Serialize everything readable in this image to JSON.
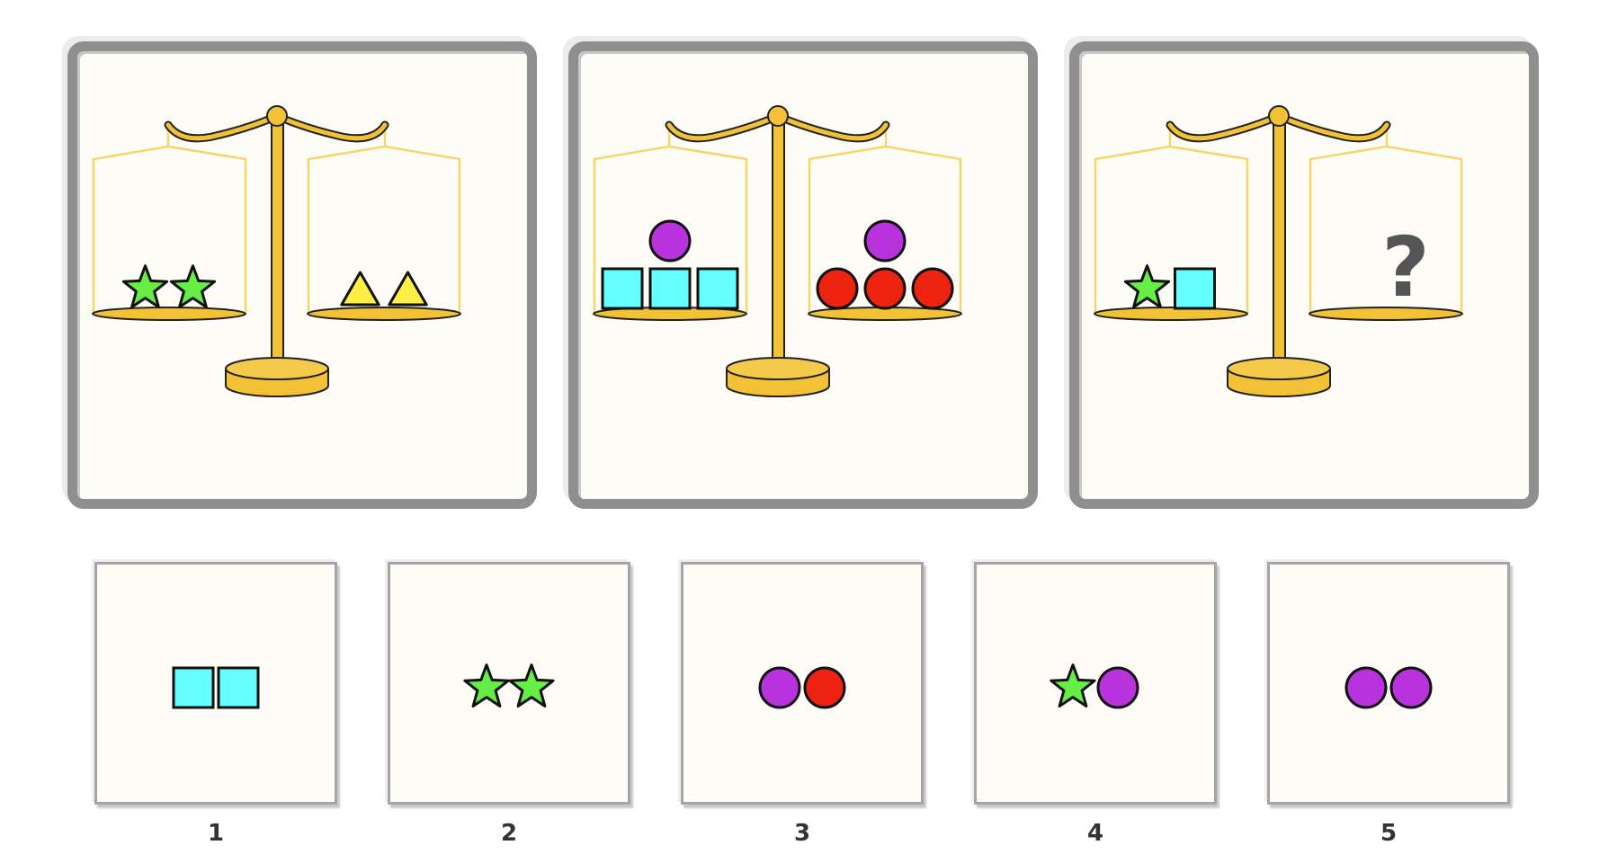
{
  "colors": {
    "star": "#66ee44",
    "triangle": "#ffee44",
    "square": "#66ffff",
    "purple_circle": "#b833dd",
    "red_circle": "#ee2211",
    "scale_gold": "#f2c136",
    "panel_border": "#8f8f8f",
    "card_background": "#fdfcf7"
  },
  "puzzle": {
    "scales": [
      {
        "id": "scale-1",
        "left_pan": [
          "star",
          "star"
        ],
        "right_pan": [
          "triangle",
          "triangle"
        ]
      },
      {
        "id": "scale-2",
        "left_pan": [
          "square",
          "square",
          "square",
          "purple_circle"
        ],
        "right_pan": [
          "red_circle",
          "red_circle",
          "red_circle",
          "purple_circle"
        ]
      },
      {
        "id": "scale-3",
        "left_pan": [
          "star",
          "square"
        ],
        "right_pan": [
          "unknown"
        ],
        "question_mark": "?"
      }
    ]
  },
  "choices": [
    {
      "label": "1",
      "items": [
        "square",
        "square"
      ]
    },
    {
      "label": "2",
      "items": [
        "star",
        "star"
      ]
    },
    {
      "label": "3",
      "items": [
        "purple_circle",
        "red_circle"
      ]
    },
    {
      "label": "4",
      "items": [
        "star",
        "purple_circle"
      ]
    },
    {
      "label": "5",
      "items": [
        "purple_circle",
        "purple_circle"
      ]
    }
  ]
}
